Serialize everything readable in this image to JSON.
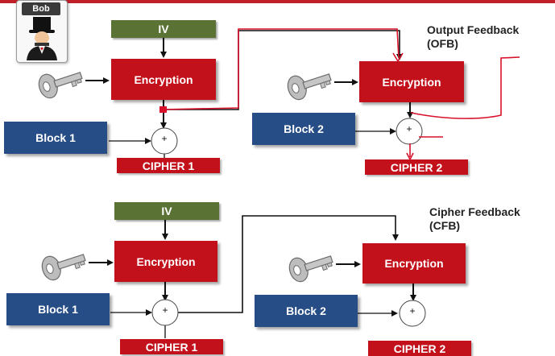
{
  "presenter": {
    "name": "Bob"
  },
  "ofb": {
    "title": "Output Feedback",
    "abbr": "(OFB)",
    "iv": "IV",
    "enc1": "Encryption",
    "enc2": "Encryption",
    "block1": "Block 1",
    "block2": "Block 2",
    "cipher1": "CIPHER 1",
    "cipher2": "CIPHER 2",
    "xor": "+"
  },
  "cfb": {
    "title": "Cipher Feedback",
    "abbr": "(CFB)",
    "iv": "IV",
    "enc1": "Encryption",
    "enc2": "Encryption",
    "block1": "Block 1",
    "block2": "Block 2",
    "cipher1": "CIPHER 1",
    "cipher2": "CIPHER 2",
    "xor": "+"
  },
  "colors": {
    "iv": "#5a7233",
    "encryption": "#c2111b",
    "block": "#274d87",
    "annotation": "#d8102a"
  },
  "icons": [
    "key-icon",
    "top-hat-avatar-icon"
  ]
}
